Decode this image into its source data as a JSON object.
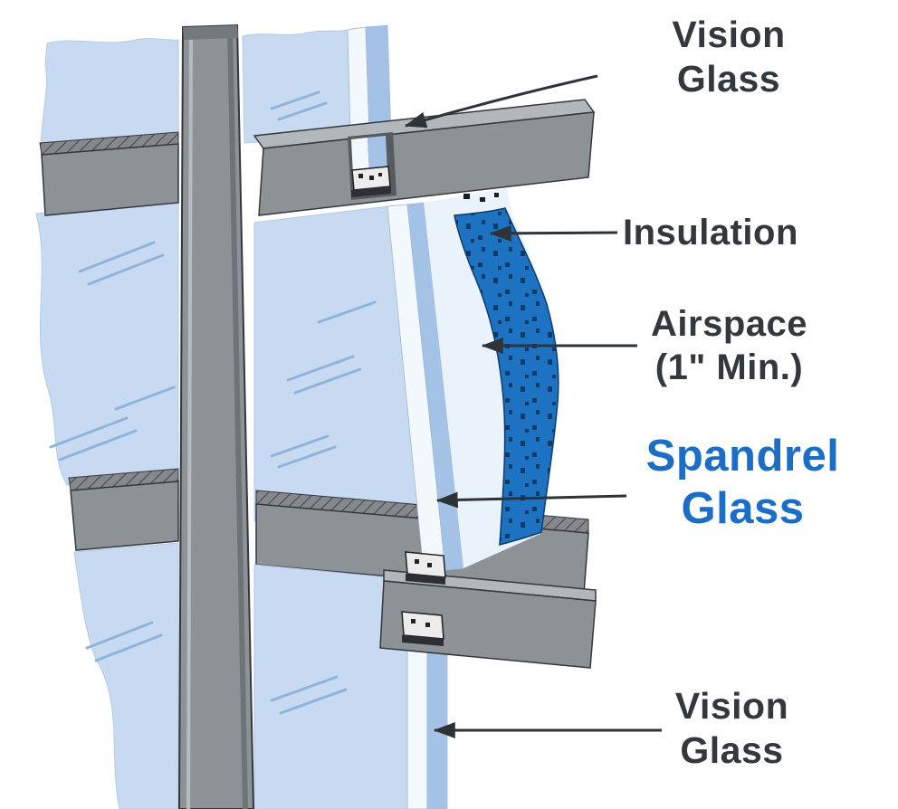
{
  "diagram": {
    "labels": {
      "vision_glass_top": {
        "line1": "Vision",
        "line2": "Glass"
      },
      "insulation": {
        "text": "Insulation"
      },
      "airspace": {
        "line1": "Airspace",
        "line2": "(1\" Min.)"
      },
      "spandrel_glass": {
        "line1": "Spandrel",
        "line2": "Glass"
      },
      "vision_glass_bottom": {
        "line1": "Vision",
        "line2": "Glass"
      }
    },
    "colors": {
      "glass_fill": "#c7daf1",
      "glass_edge_highlight": "#f3f8fd",
      "glass_inner_lite": "#a3c2e6",
      "airspace_fill": "#eaf2fb",
      "mullion_fill": "#8d9296",
      "mullion_top_face": "#b2b7bc",
      "outline": "#34383c",
      "insulation_fill": "#1d72c2",
      "insulation_dots": "#0b3b69",
      "label_color": "#33383d",
      "spandrel_label_color": "#1b6ec8",
      "arrow_color": "#2e3338"
    },
    "parts": [
      "vision-glass-upper",
      "horizontal-mullion-top",
      "spandrel-glass-panel",
      "airspace-cavity",
      "insulation-batt",
      "horizontal-mullion-middle",
      "vertical-mullion",
      "vision-glass-lower"
    ]
  }
}
